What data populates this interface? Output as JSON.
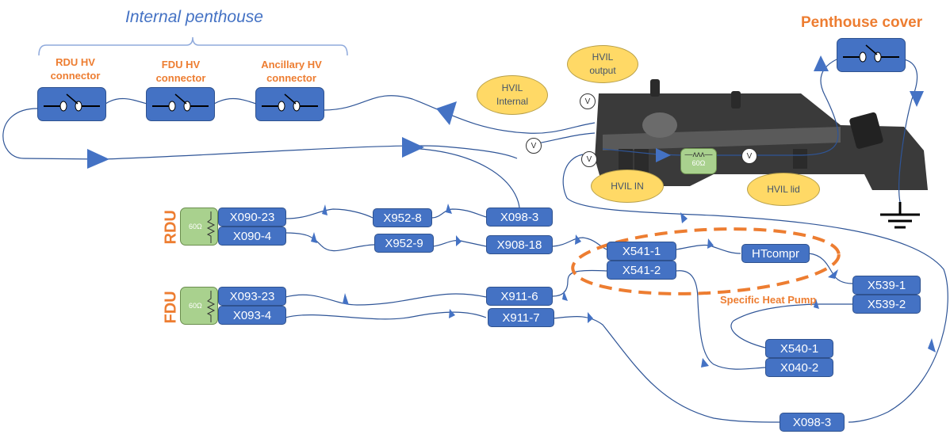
{
  "title_internal": "Internal  penthouse",
  "title_cover": "Penthouse cover",
  "switches": [
    {
      "label": "RDU HV connector",
      "line1": "RDU HV",
      "line2": "connector"
    },
    {
      "label": "FDU HV connector",
      "line1": "FDU HV",
      "line2": "connector"
    },
    {
      "label": "Ancillary HV connector",
      "line1": "Ancillary HV",
      "line2": "connector"
    },
    {
      "label": "Penthouse cover switch"
    }
  ],
  "bubbles": {
    "hvil_output": "HVIL output",
    "hvil_output_l1": "HVIL",
    "hvil_output_l2": "output",
    "hvil_internal_l1": "HVIL",
    "hvil_internal_l2": "Internal",
    "hvil_in": "HVIL IN",
    "hvil_lid": "HVIL lid"
  },
  "voltmeter_symbol": "V",
  "resistor_value": "60Ω",
  "groups": {
    "rdu": "RDU",
    "fdu": "FDU",
    "heat_pump": "Specific Heat Pump"
  },
  "connectors": {
    "x090_23": "X090-23",
    "x090_4": "X090-4",
    "x952_8": "X952-8",
    "x952_9": "X952-9",
    "x098_3_top": "X098-3",
    "x908_18": "X908-18",
    "x093_23": "X093-23",
    "x093_4": "X093-4",
    "x911_6": "X911-6",
    "x911_7": "X911-7",
    "x541_1": "X541-1",
    "x541_2": "X541-2",
    "htcompr": "HTcompr",
    "x539_1": "X539-1",
    "x539_2": "X539-2",
    "x540_1": "X540-1",
    "x040_2": "X040-2",
    "x098_3_bottom": "X098-3"
  },
  "colors": {
    "box_blue": "#4472c4",
    "label_orange": "#ed7d31",
    "bubble_yellow": "#ffd966",
    "resistor_green": "#a9d18e",
    "wire": "#2f5597"
  }
}
